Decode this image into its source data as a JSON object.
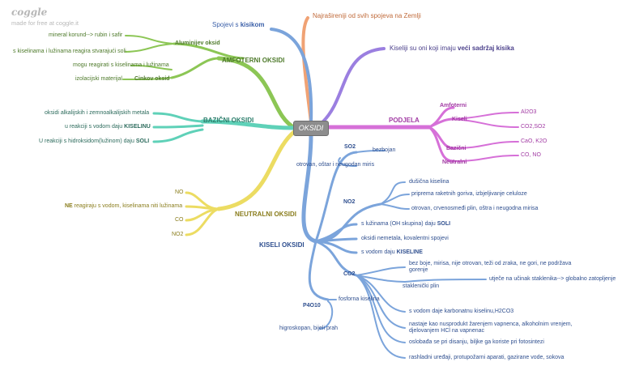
{
  "header": {
    "logo": "coggle",
    "subtitle": "made for free at coggle.it"
  },
  "center": "OKSIDI",
  "colors": {
    "green": "#8cc655",
    "teal": "#5fd1b8",
    "yellow": "#ecdc62",
    "blue": "#7ba4db",
    "orange": "#f0a274",
    "purple": "#9b7fe0",
    "magenta": "#d670d8"
  },
  "nodes": {
    "spojevi_pre": "Spojevi s ",
    "spojevi_bold": "kisikom",
    "najrasprostranjeniji": "Najrašireniji od svih spojeva na Zemlji",
    "kiseliji_pre": "Kiseliji su oni koji imaju ",
    "kiseliji_bold": "veći sadržaj kisika",
    "amfoterni": "AMFOTERNI OKSIDI",
    "aluminijev": "Aluminijev oksid",
    "korund": "mineral korund--> rubin i safir",
    "reagira": "s kiselinama i lužinama reagira stvarajući soli",
    "mogu": "mogu reagirati s kiselinama i lužinama",
    "izolacijski": "izolacijski materijal",
    "cinkov": "Cinkov oksid",
    "bazicni": "BAZIČNI OKSIDI",
    "alkalijskih": "oksidi alkalijskih i zemnoalkalijskih metala",
    "voda_pre": "u reakciji s vodom daju ",
    "voda_bold": "KISELINU",
    "hidroksid_pre": "U reakciji s hidroksidom(lužinom) daju ",
    "hidroksid_bold": "SOLI",
    "neutralni": "NEUTRALNI OKSIDI",
    "no_a": "NO",
    "ne_pre": "NE",
    "ne_rest": " reagiraju s vodom, kiselinama niti lužinama",
    "co": "CO",
    "no2_a": "NO2",
    "podjela": "PODJELA",
    "p_amfoterni": "Amfoterni",
    "p_kiseli": "Kiseli",
    "p_bazicni": "Bazični",
    "p_neutralni": "Neutralni",
    "al2o3": "Al2O3",
    "co2so2": "CO2,SO2",
    "cao": "CaO, K2O",
    "cono": "CO, NO",
    "kiseli": "KISELI OKSIDI",
    "so2": "SO2",
    "bezbojan": "bezbojan",
    "otrovan_so2": "otrovan, oštar i neugodan miris",
    "no2_b": "NO2",
    "dusicna": "dušična kiselina",
    "priprema": "priprema raketnih goriva, izbjeljivanje celuloze",
    "otrovan_no2": "otrovan, crvenosmeđi plin, oštra i neugodna mirisa",
    "luzinama_pre": "s lužinama (OH skupina) daju ",
    "luzinama_bold": "SOLI",
    "nemetala": "oksidi nemetala, kovalentni spojevi",
    "svodom_pre": "s vodom daju ",
    "svodom_bold": "KISELINE",
    "co2": "CO2",
    "bezboje_1": "bez boje, mirisa, nije otrovan, teži od zraka, ne gori, ne podržava",
    "bezboje_2": "gorenje",
    "staklenicki": "staklenički plin",
    "utjece": "utječe na učinak staklenika--> globalno zatopljenje",
    "karbonatna": "s vodom daje karbonatnu kiselinu,H2CO3",
    "nastaje_1": "nastaje kao nusprodukt žarenjem vapnenca, alkoholnim vrenjem,",
    "nastaje_2": "djelovanjem HCl na vapnenac",
    "oslobada": "oslobađa se pri disanju, biljke ga koriste pri fotosintezi",
    "rashladni": "rashladni uređaji, protupožarni aparati, gazirane vode, sokova",
    "p4o10": "P4O10",
    "fosforna": "fosforna kiselina",
    "higroskopan": "higroskopan, bijeli prah"
  }
}
